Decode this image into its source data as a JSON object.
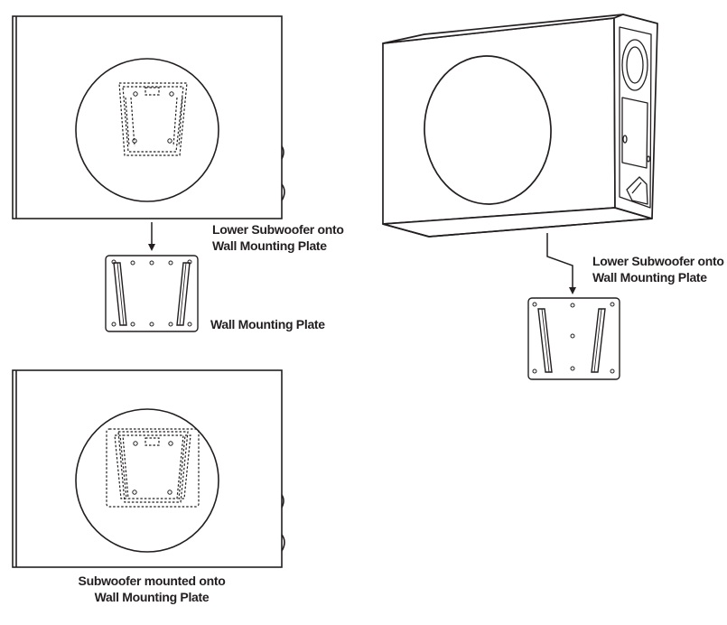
{
  "labels": {
    "lower_left": [
      "Lower Subwoofer onto",
      "Wall Mounting Plate"
    ],
    "plate": "Wall Mounting Plate",
    "mounted": [
      "Subwoofer mounted onto",
      "Wall Mounting Plate"
    ],
    "lower_right": [
      "Lower Subwoofer onto",
      "Wall Mounting Plate"
    ]
  },
  "colors": {
    "stroke": "#231f20",
    "background": "#ffffff"
  }
}
